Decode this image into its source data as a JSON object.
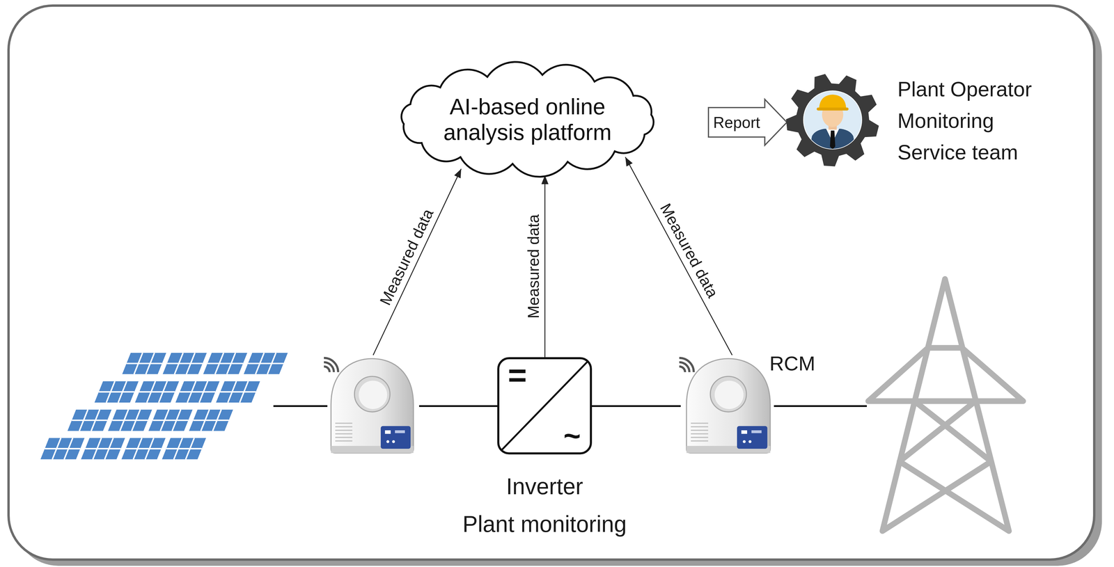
{
  "diagram": {
    "nodes": [
      {
        "text": [
          "AI-based online analysis platform"
        ]
      },
      {
        "text": [
          "Plant Operator Monitoring Service team"
        ]
      },
      {
        "text": []
      },
      {
        "text": [
          "=",
          "~",
          "Inverter",
          "Plant monitoring"
        ]
      },
      {
        "text": [
          "RCM"
        ]
      }
    ],
    "edges": [
      {
        "from": 2,
        "to": 0,
        "arrow": "to",
        "label": "Measured data"
      },
      {
        "from": 3,
        "to": 0,
        "arrow": "to",
        "label": "Measured data"
      },
      {
        "from": 4,
        "to": 0,
        "arrow": "to",
        "label": "Measured data"
      },
      {
        "from": 0,
        "to": 1,
        "arrow": "to",
        "label": "Report"
      },
      {
        "from": 2,
        "to": 3,
        "arrow": "none"
      },
      {
        "from": 3,
        "to": 4,
        "arrow": "none"
      }
    ]
  }
}
